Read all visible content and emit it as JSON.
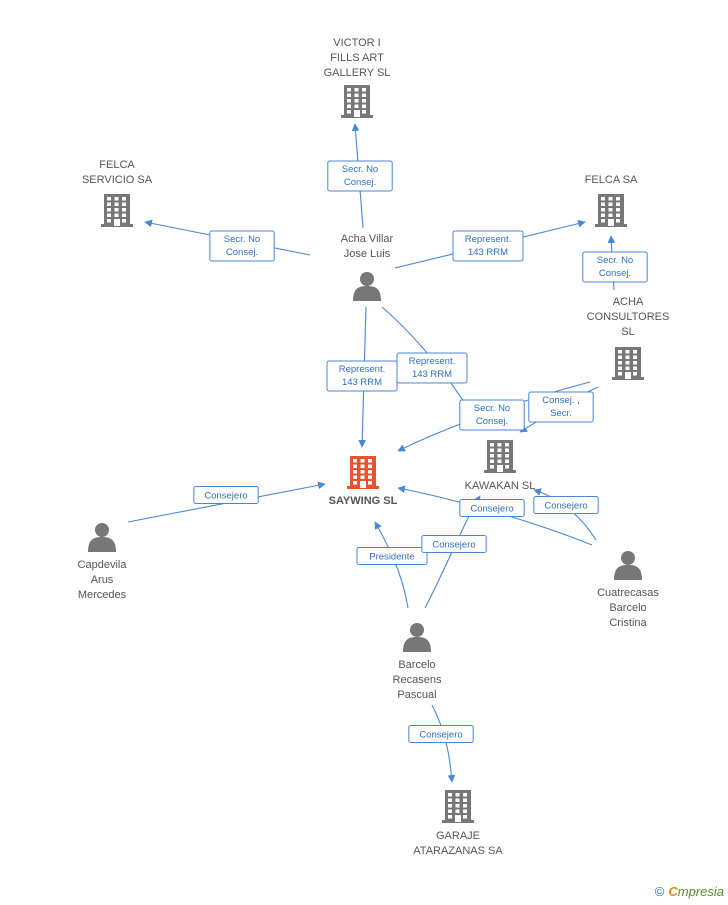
{
  "nodes": [
    {
      "id": "victor",
      "type": "company",
      "lines": [
        "VICTOR I",
        "FILLS ART",
        "GALLERY SL"
      ]
    },
    {
      "id": "felca_servicio",
      "type": "company",
      "lines": [
        "FELCA",
        "SERVICIO SA"
      ]
    },
    {
      "id": "felca_sa",
      "type": "company",
      "lines": [
        "FELCA SA"
      ]
    },
    {
      "id": "acha_villar",
      "type": "person",
      "lines": [
        "Acha Villar",
        "Jose Luis"
      ]
    },
    {
      "id": "acha_consultores",
      "type": "company",
      "lines": [
        "ACHA",
        "CONSULTORES",
        "SL"
      ]
    },
    {
      "id": "saywing",
      "type": "company",
      "main": true,
      "lines": [
        "SAYWING SL"
      ]
    },
    {
      "id": "kawakan",
      "type": "company",
      "lines": [
        "KAWAKAN SL"
      ]
    },
    {
      "id": "capdevila",
      "type": "person",
      "lines": [
        "Capdevila",
        "Arus",
        "Mercedes"
      ]
    },
    {
      "id": "cuatrecasas",
      "type": "person",
      "lines": [
        "Cuatrecasas",
        "Barcelo",
        "Cristina"
      ]
    },
    {
      "id": "barcelo",
      "type": "person",
      "lines": [
        "Barcelo",
        "Recasens",
        "Pascual"
      ]
    },
    {
      "id": "garaje",
      "type": "company",
      "lines": [
        "GARAJE",
        "ATARAZANAS SA"
      ]
    }
  ],
  "edges": [
    {
      "from": "acha_villar",
      "to": "victor",
      "label": [
        "Secr.  No",
        "Consej."
      ]
    },
    {
      "from": "acha_villar",
      "to": "felca_servicio",
      "label": [
        "Secr.  No",
        "Consej."
      ]
    },
    {
      "from": "acha_villar",
      "to": "felca_sa",
      "label": [
        "Represent.",
        "143 RRM"
      ]
    },
    {
      "from": "acha_consultores",
      "to": "felca_sa",
      "label": [
        "Secr.  No",
        "Consej."
      ]
    },
    {
      "from": "acha_villar",
      "to": "saywing",
      "label": [
        "Represent.",
        "143 RRM"
      ]
    },
    {
      "from": "acha_villar",
      "to": "kawakan",
      "label": [
        "Represent.",
        "143 RRM"
      ]
    },
    {
      "from": "acha_consultores",
      "to": "saywing",
      "label": [
        "Secr.  No",
        "Consej."
      ]
    },
    {
      "from": "acha_consultores",
      "to": "kawakan",
      "label": [
        "Consej. ,",
        "Secr."
      ]
    },
    {
      "from": "capdevila",
      "to": "saywing",
      "label": [
        "Consejero"
      ]
    },
    {
      "from": "cuatrecasas",
      "to": "saywing",
      "label": [
        "Consejero"
      ]
    },
    {
      "from": "cuatrecasas",
      "to": "kawakan",
      "label": [
        "Consejero"
      ]
    },
    {
      "from": "barcelo",
      "to": "saywing",
      "label": [
        "Presidente"
      ]
    },
    {
      "from": "barcelo",
      "to": "kawakan",
      "label": [
        "Consejero"
      ]
    },
    {
      "from": "barcelo",
      "to": "garaje",
      "label": [
        "Consejero"
      ]
    }
  ],
  "colors": {
    "accent": "#4a86d8",
    "node": "#777777",
    "main_node": "#e8532b"
  },
  "footer": {
    "copyright": "©",
    "brand_initial": "C",
    "brand_rest": "mpresia"
  }
}
